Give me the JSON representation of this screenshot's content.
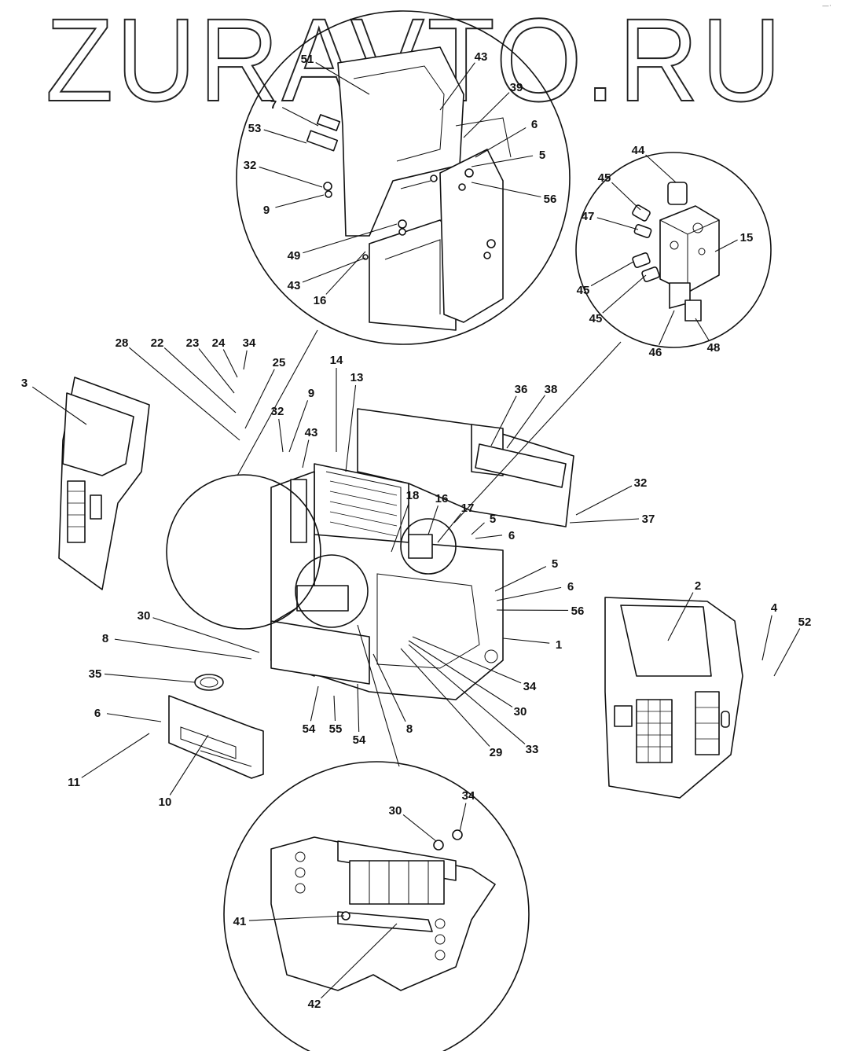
{
  "watermark": "ZURAVTO.RU",
  "corner_mark": "—·",
  "callouts": [
    {
      "id": "51",
      "text": "51"
    },
    {
      "id": "43a",
      "text": "43"
    },
    {
      "id": "39",
      "text": "39"
    },
    {
      "id": "7",
      "text": "7"
    },
    {
      "id": "6a",
      "text": "6"
    },
    {
      "id": "53",
      "text": "53"
    },
    {
      "id": "5a",
      "text": "5"
    },
    {
      "id": "32a",
      "text": "32"
    },
    {
      "id": "56a",
      "text": "56"
    },
    {
      "id": "9a",
      "text": "9"
    },
    {
      "id": "49",
      "text": "49"
    },
    {
      "id": "43b",
      "text": "43"
    },
    {
      "id": "16a",
      "text": "16"
    },
    {
      "id": "44",
      "text": "44"
    },
    {
      "id": "45a",
      "text": "45"
    },
    {
      "id": "47",
      "text": "47"
    },
    {
      "id": "15",
      "text": "15"
    },
    {
      "id": "45b",
      "text": "45"
    },
    {
      "id": "45c",
      "text": "45"
    },
    {
      "id": "46",
      "text": "46"
    },
    {
      "id": "48",
      "text": "48"
    },
    {
      "id": "28",
      "text": "28"
    },
    {
      "id": "22",
      "text": "22"
    },
    {
      "id": "23",
      "text": "23"
    },
    {
      "id": "24",
      "text": "24"
    },
    {
      "id": "34a",
      "text": "34"
    },
    {
      "id": "25",
      "text": "25"
    },
    {
      "id": "3",
      "text": "3"
    },
    {
      "id": "14",
      "text": "14"
    },
    {
      "id": "13",
      "text": "13"
    },
    {
      "id": "36",
      "text": "36"
    },
    {
      "id": "38",
      "text": "38"
    },
    {
      "id": "32b",
      "text": "32"
    },
    {
      "id": "9b",
      "text": "9"
    },
    {
      "id": "43c",
      "text": "43"
    },
    {
      "id": "32c",
      "text": "32"
    },
    {
      "id": "37",
      "text": "37"
    },
    {
      "id": "18",
      "text": "18"
    },
    {
      "id": "16b",
      "text": "16"
    },
    {
      "id": "17",
      "text": "17"
    },
    {
      "id": "5b",
      "text": "5"
    },
    {
      "id": "6b",
      "text": "6"
    },
    {
      "id": "5c",
      "text": "5"
    },
    {
      "id": "6c",
      "text": "6"
    },
    {
      "id": "56b",
      "text": "56"
    },
    {
      "id": "2",
      "text": "2"
    },
    {
      "id": "4",
      "text": "4"
    },
    {
      "id": "52",
      "text": "52"
    },
    {
      "id": "1",
      "text": "1"
    },
    {
      "id": "30a",
      "text": "30"
    },
    {
      "id": "8a",
      "text": "8"
    },
    {
      "id": "35",
      "text": "35"
    },
    {
      "id": "6d",
      "text": "6"
    },
    {
      "id": "11",
      "text": "11"
    },
    {
      "id": "10",
      "text": "10"
    },
    {
      "id": "54a",
      "text": "54"
    },
    {
      "id": "55",
      "text": "55"
    },
    {
      "id": "54b",
      "text": "54"
    },
    {
      "id": "8b",
      "text": "8"
    },
    {
      "id": "29",
      "text": "29"
    },
    {
      "id": "33",
      "text": "33"
    },
    {
      "id": "30b",
      "text": "30"
    },
    {
      "id": "34b",
      "text": "34"
    },
    {
      "id": "30c",
      "text": "30"
    },
    {
      "id": "34c",
      "text": "34"
    },
    {
      "id": "41",
      "text": "41"
    },
    {
      "id": "42",
      "text": "42"
    }
  ]
}
